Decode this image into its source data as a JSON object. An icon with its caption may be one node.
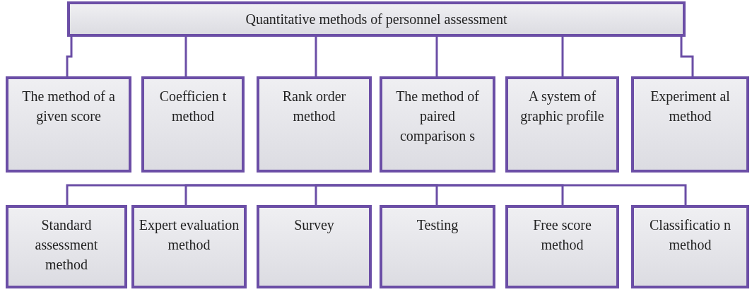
{
  "diagram": {
    "nodes": [
      {
        "text": [
          "Quantitative methods of personnel assessment"
        ]
      },
      {
        "text": [
          "The method of a given score"
        ]
      },
      {
        "text": [
          "Coefficien t method"
        ]
      },
      {
        "text": [
          "Rank order method"
        ]
      },
      {
        "text": [
          "The method of paired comparison s"
        ]
      },
      {
        "text": [
          "A system of graphic profile"
        ]
      },
      {
        "text": [
          "Experiment al method"
        ]
      },
      {
        "text": [
          "Standard assessment method"
        ]
      },
      {
        "text": [
          "Expert evaluation method"
        ]
      },
      {
        "text": [
          "Survey"
        ]
      },
      {
        "text": [
          "Testing"
        ]
      },
      {
        "text": [
          "Free score method"
        ]
      },
      {
        "text": [
          "Classificatio n method"
        ]
      }
    ],
    "edges": [
      {
        "from": 0,
        "to": 1,
        "arrow": "none"
      },
      {
        "from": 0,
        "to": 2,
        "arrow": "none"
      },
      {
        "from": 0,
        "to": 3,
        "arrow": "none"
      },
      {
        "from": 0,
        "to": 4,
        "arrow": "none"
      },
      {
        "from": 0,
        "to": 5,
        "arrow": "none"
      },
      {
        "from": 0,
        "to": 6,
        "arrow": "none"
      },
      {
        "from": null,
        "to": 7,
        "arrow": "none"
      },
      {
        "from": null,
        "to": 8,
        "arrow": "none"
      },
      {
        "from": null,
        "to": 9,
        "arrow": "none"
      },
      {
        "from": null,
        "to": 10,
        "arrow": "none"
      },
      {
        "from": null,
        "to": 11,
        "arrow": "none"
      },
      {
        "from": null,
        "to": 12,
        "arrow": "none"
      }
    ]
  }
}
